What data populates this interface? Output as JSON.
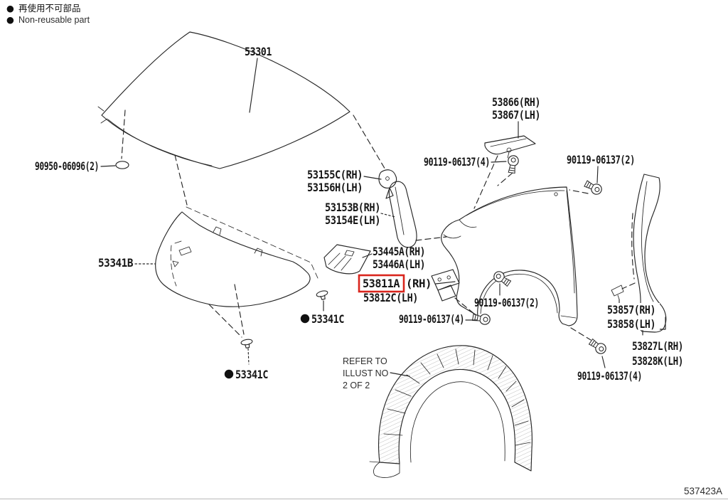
{
  "legend": {
    "jp_bullet": "●",
    "jp_text": "再使用不可部品",
    "en_bullet": "●",
    "en_text": "Non-reusable part"
  },
  "footer": {
    "diagram_code": "537423A"
  },
  "colors": {
    "highlight_box": "#d9251d",
    "line": "#262626",
    "background": "#ffffff"
  },
  "note": {
    "line1": "REFER TO",
    "line2": "ILLUST NO",
    "line3": "2 OF 2"
  },
  "parts": {
    "hood": {
      "num": "53301"
    },
    "grommet": {
      "num": "90950-06096(2)"
    },
    "cowl_side": {
      "rh": "53155C(RH)",
      "lh": "53156H(LH)"
    },
    "hood_brace": {
      "rh": "53153B(RH)",
      "lh": "53154E(LH)"
    },
    "bolt_top": {
      "num": "90119-06137(4)"
    },
    "protector": {
      "rh": "53866(RH)",
      "lh": "53867(LH)"
    },
    "bolt_right_upper": {
      "num": "90119-06137(2)"
    },
    "pad": {
      "rh": "53445A(RH)",
      "lh": "53446A(LH)"
    },
    "fender": {
      "rh_num": "53811A",
      "rh_side": "(RH)",
      "lh": "53812C(LH)"
    },
    "insulator": {
      "num": "53341B"
    },
    "clip_rear": {
      "bullet": "●",
      "num": "53341C"
    },
    "clip_front": {
      "bullet": "●",
      "num": "53341C"
    },
    "bolt_arch": {
      "num": "90119-06137(2)"
    },
    "bolt_center": {
      "num": "90119-06137(4)"
    },
    "apron_seal": {
      "rh": "53857(RH)",
      "lh": "53858(LH)"
    },
    "liner_extension": {
      "rh": "53827L(RH)",
      "lh": "53828K(LH)"
    },
    "bolt_right_lower": {
      "num": "90119-06137(4)"
    }
  }
}
